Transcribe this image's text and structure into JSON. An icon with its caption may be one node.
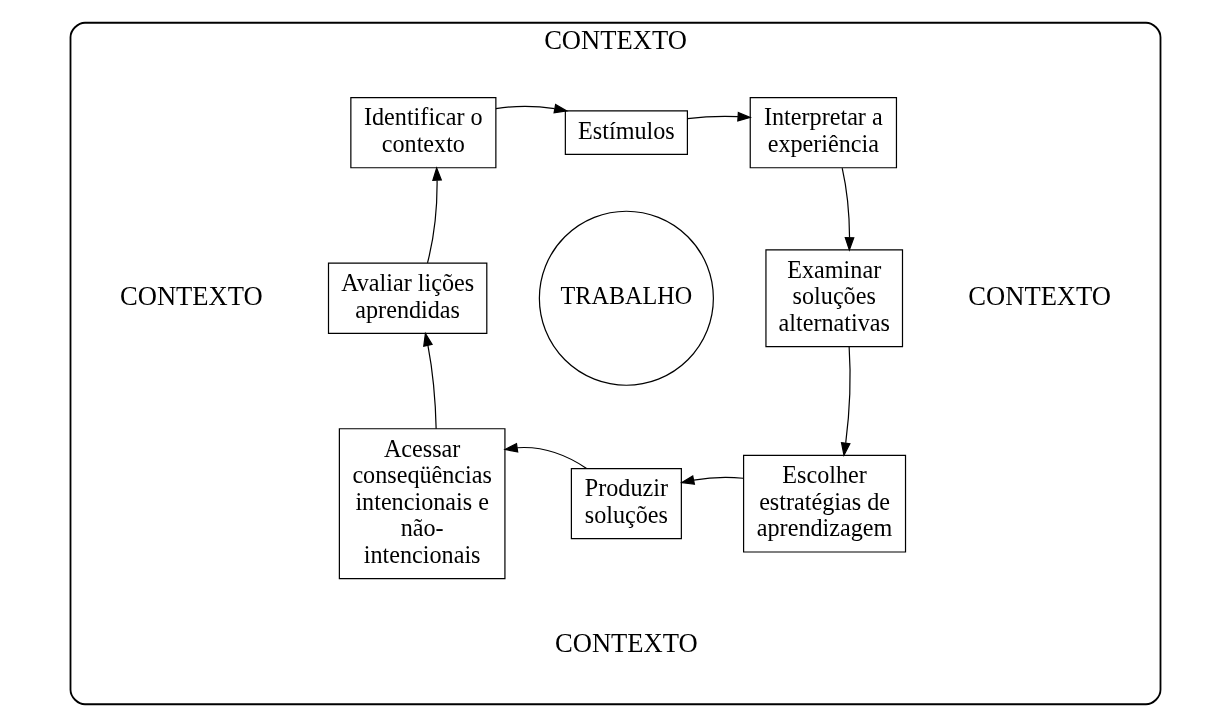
{
  "diagram": {
    "nodes": [
      {
        "text": [
          "CONTEXTO",
          "CONTEXTO",
          "CONTEXTO",
          "CONTEXTO"
        ]
      },
      {
        "text": [
          "Identificar o contexto"
        ],
        "in": 0
      },
      {
        "text": [
          "Estímulos"
        ],
        "in": 0
      },
      {
        "text": [
          "Interpretar a experiência"
        ],
        "in": 0
      },
      {
        "text": [
          "Examinar soluções alternativas"
        ],
        "in": 0
      },
      {
        "text": [
          "Escolher estratégias de aprendizagem"
        ],
        "in": 0
      },
      {
        "text": [
          "Produzir soluções"
        ],
        "in": 0
      },
      {
        "text": [
          "Acessar conseqüências intencionais e não-intencionais"
        ],
        "in": 0
      },
      {
        "text": [
          "Avaliar lições aprendidas"
        ],
        "in": 0
      },
      {
        "text": [
          "TRABALHO"
        ],
        "in": 0
      }
    ],
    "edges": [
      {
        "from": 1,
        "to": 2,
        "arrow": "to"
      },
      {
        "from": 2,
        "to": 3,
        "arrow": "to"
      },
      {
        "from": 3,
        "to": 4,
        "arrow": "to"
      },
      {
        "from": 4,
        "to": 5,
        "arrow": "to"
      },
      {
        "from": 5,
        "to": 6,
        "arrow": "to"
      },
      {
        "from": 6,
        "to": 7,
        "arrow": "to"
      },
      {
        "from": 7,
        "to": 8,
        "arrow": "to"
      },
      {
        "from": 8,
        "to": 1,
        "arrow": "to"
      }
    ]
  }
}
